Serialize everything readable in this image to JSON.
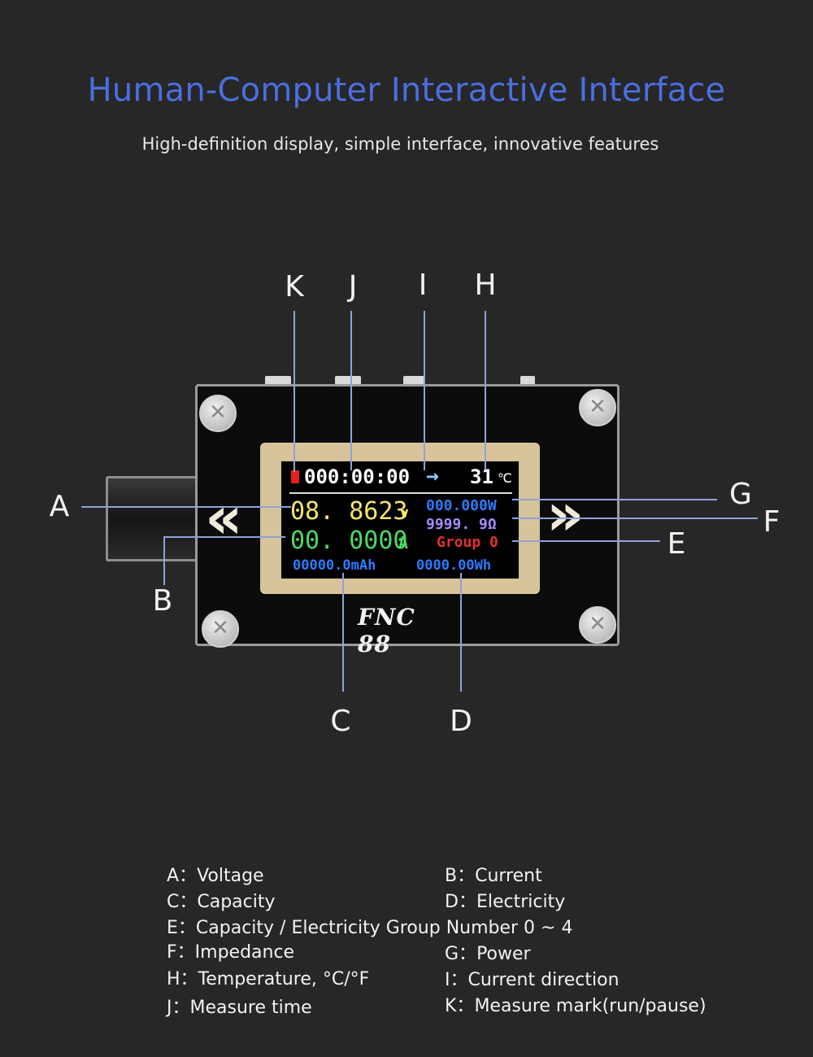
{
  "heading": {
    "title": "Human-Computer Interactive Interface",
    "subtitle": "High-definition display, simple interface, innovative features"
  },
  "callouts": {
    "K": "K",
    "J": "J",
    "I": "I",
    "H": "H",
    "A": "A",
    "B": "B",
    "C": "C",
    "D": "D",
    "E": "E",
    "F": "F",
    "G": "G"
  },
  "device": {
    "brand": "FNC 88",
    "screen": {
      "time": "000:00:00",
      "arrow": "→",
      "temperature": "31",
      "temp_unit": "℃",
      "voltage": "08. 8623",
      "voltage_unit": "v",
      "current": "00. 0000",
      "current_unit": "A",
      "power": "000.000W",
      "impedance": "9999. 9Ω",
      "group": "Group 0",
      "capacity": "00000.0mAh",
      "energy": "0000.00Wh"
    },
    "colors": {
      "voltage": "#f5e66a",
      "current": "#4cd964",
      "power": "#2d7bff",
      "impedance": "#a78bff",
      "group": "#e53030",
      "capacity": "#2d7bff",
      "run_mark": "#e52020"
    }
  },
  "legend": [
    {
      "key": "A：",
      "text": "Voltage"
    },
    {
      "key": "B：",
      "text": "Current"
    },
    {
      "key": "C：",
      "text": "Capacity"
    },
    {
      "key": "D：",
      "text": "Electricity"
    },
    {
      "key": "E：",
      "text": "Capacity / Electricity Group Number 0 ~ 4"
    },
    {
      "key": "F：",
      "text": "Impedance"
    },
    {
      "key": "G：",
      "text": "Power"
    },
    {
      "key": "H：",
      "text": "Temperature, °C/°F"
    },
    {
      "key": "I：",
      "text": "Current direction"
    },
    {
      "key": "J：",
      "text": "Measure time"
    },
    {
      "key": "K：",
      "text": "Measure mark(run/pause)"
    }
  ]
}
